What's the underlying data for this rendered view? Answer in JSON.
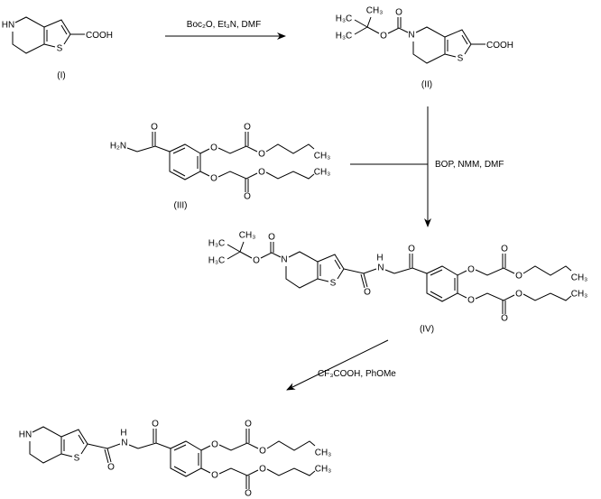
{
  "compounds": {
    "I": {
      "label": "(I)",
      "acid": "COOH",
      "amine": "HN"
    },
    "II": {
      "label": "(II)",
      "acid": "COOH"
    },
    "III": {
      "label": "(III)",
      "amine": "H₂N"
    },
    "IV": {
      "label": "(IV)"
    },
    "product": {
      "amine": "HN"
    }
  },
  "atoms": {
    "O": "O",
    "N": "N",
    "S": "S",
    "H": "H",
    "CH3": "CH₃",
    "H3C": "H₃C"
  },
  "steps": [
    {
      "reagents": "Boc₂O, Et₃N, DMF"
    },
    {
      "reagents": "BOP, NMM, DMF"
    },
    {
      "reagents": "CF₃COOH, PhOMe"
    }
  ],
  "colors": {
    "ink": "#000000",
    "background": "#ffffff"
  }
}
